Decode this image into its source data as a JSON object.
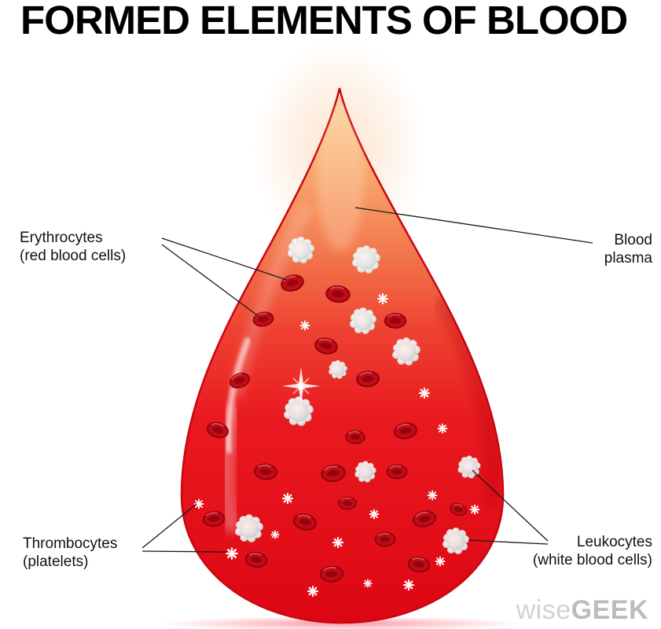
{
  "title": "FORMED ELEMENTS OF BLOOD",
  "labels": {
    "erythrocytes": {
      "line1": "Erythrocytes",
      "line2": "(red blood cells)"
    },
    "blood_plasma": {
      "line1": "Blood",
      "line2": "plasma"
    },
    "thrombocytes": {
      "line1": "Thrombocytes",
      "line2": "(platelets)"
    },
    "leukocytes": {
      "line1": "Leukocytes",
      "line2": "(white blood cells)"
    }
  },
  "watermark": {
    "wise": "wise",
    "geek": "GEEK"
  },
  "colors": {
    "drop_top": "#fcd9a6",
    "drop_mid": "#ee4030",
    "drop_red": "#e2091a",
    "rbc": "#c30b16",
    "wbc": "#e6efef",
    "platelet": "#ffffff",
    "title_text": "#000000",
    "label_text": "#111111",
    "watermark_gray": "#c8c8c8"
  },
  "diagram": {
    "erythrocytes": [
      [
        372,
        360,
        1.0,
        -15
      ],
      [
        430,
        374,
        1.05,
        5
      ],
      [
        335,
        406,
        0.9,
        -10
      ],
      [
        415,
        440,
        1.0,
        10
      ],
      [
        503,
        408,
        0.95,
        0
      ],
      [
        468,
        482,
        1.0,
        -5
      ],
      [
        305,
        484,
        0.9,
        -20
      ],
      [
        277,
        547,
        0.95,
        15
      ],
      [
        516,
        548,
        1.0,
        -10
      ],
      [
        452,
        556,
        0.85,
        0
      ],
      [
        338,
        600,
        1.0,
        5
      ],
      [
        424,
        602,
        1.05,
        -8
      ],
      [
        505,
        600,
        0.9,
        0
      ],
      [
        272,
        660,
        0.95,
        -5
      ],
      [
        388,
        664,
        1.0,
        12
      ],
      [
        442,
        640,
        0.8,
        0
      ],
      [
        540,
        660,
        1.0,
        -12
      ],
      [
        326,
        712,
        0.95,
        8
      ],
      [
        490,
        686,
        0.9,
        0
      ],
      [
        422,
        730,
        1.0,
        -5
      ],
      [
        533,
        718,
        0.95,
        10
      ],
      [
        583,
        648,
        0.75,
        15
      ]
    ],
    "leukocytes": [
      [
        383,
        318,
        1.0
      ],
      [
        466,
        330,
        1.05
      ],
      [
        462,
        408,
        1.0
      ],
      [
        517,
        447,
        1.05
      ],
      [
        380,
        523,
        1.1
      ],
      [
        465,
        600,
        0.8
      ],
      [
        317,
        672,
        1.05
      ],
      [
        580,
        688,
        1.0
      ],
      [
        597,
        594,
        0.85
      ],
      [
        430,
        470,
        0.7
      ]
    ],
    "platelets": [
      [
        487,
        380,
        1.0
      ],
      [
        388,
        414,
        0.9
      ],
      [
        540,
        500,
        1.0
      ],
      [
        563,
        545,
        0.9
      ],
      [
        366,
        634,
        1.0
      ],
      [
        550,
        630,
        0.9
      ],
      [
        604,
        648,
        0.9
      ],
      [
        295,
        704,
        1.1
      ],
      [
        253,
        641,
        0.9
      ],
      [
        476,
        654,
        0.9
      ],
      [
        430,
        690,
        1.0
      ],
      [
        520,
        744,
        1.0
      ],
      [
        398,
        752,
        1.0
      ],
      [
        350,
        680,
        0.8
      ],
      [
        560,
        714,
        0.9
      ],
      [
        468,
        742,
        0.8
      ]
    ],
    "sparkles": [
      [
        383,
        491,
        1.0
      ]
    ]
  }
}
